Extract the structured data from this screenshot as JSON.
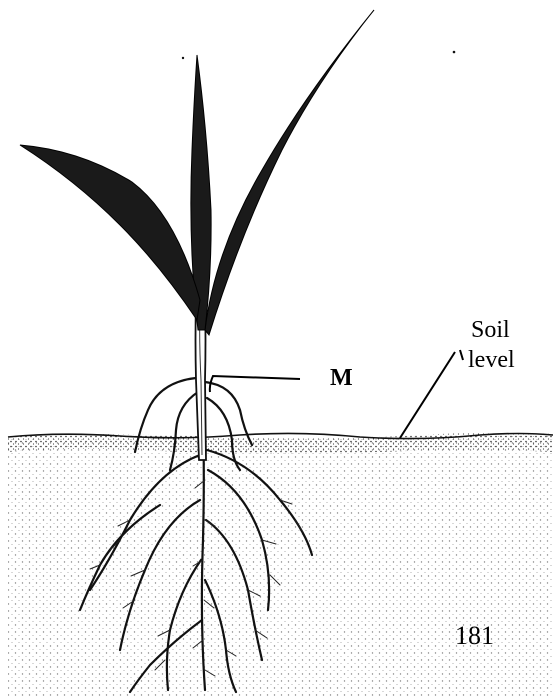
{
  "labels": {
    "soil_level_line1": "Soil",
    "soil_level_line2": "level",
    "marker": "M",
    "page_number": "181"
  },
  "colors": {
    "ink": "#111111",
    "leaf": "#1a1a1a",
    "paper": "#ffffff"
  }
}
